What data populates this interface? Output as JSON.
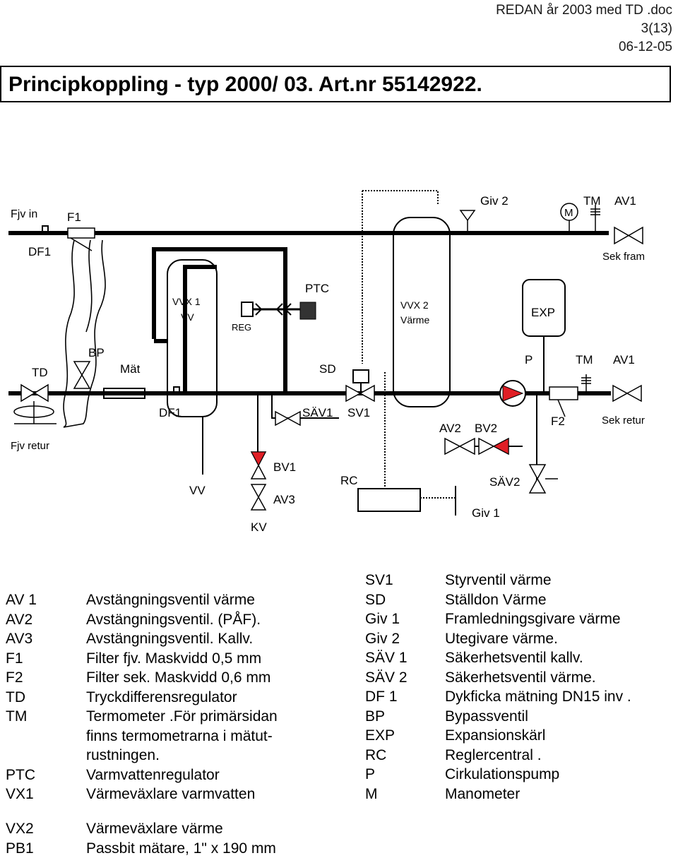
{
  "header": {
    "doc_name": "REDAN år 2003 med TD .doc",
    "page": "3(13)",
    "date": "06-12-05"
  },
  "title": "Principkoppling - typ 2000/ 03. Art.nr 55142922.",
  "diagram": {
    "labels": {
      "fjv_in": "Fjv in",
      "f1": "F1",
      "df1_top": "DF1",
      "giv2": "Giv 2",
      "m": "M",
      "tm_top": "TM",
      "av1_top": "AV1",
      "sek_fram": "Sek fram",
      "vvx1": "VVX 1",
      "vv_inner": "VV",
      "reg": "REG",
      "ptc": "PTC",
      "vvx2": "VVX 2",
      "varme": "Värme",
      "exp": "EXP",
      "td": "TD",
      "bp": "BP",
      "mat": "Mät",
      "sd": "SD",
      "p": "P",
      "tm_bottom": "TM",
      "av1_bottom": "AV1",
      "df1_bottom": "DF1",
      "sav1": "SÄV1",
      "sv1": "SV1",
      "av2": "AV2",
      "bv2": "BV2",
      "f2": "F2",
      "sek_retur": "Sek retur",
      "fjv_retur": "Fjv retur",
      "bv1": "BV1",
      "vv": "VV",
      "av3": "AV3",
      "kv": "KV",
      "rc": "RC",
      "sav2": "SÄV2",
      "giv1": "Giv 1"
    },
    "colors": {
      "line": "#000000",
      "valve_red": "#e01e25",
      "ptc_fill": "#333333"
    }
  },
  "legend": {
    "left": [
      {
        "code": "AV 1",
        "desc": "Avstängningsventil värme"
      },
      {
        "code": "AV2",
        "desc": "Avstängningsventil. (PÅF)."
      },
      {
        "code": "AV3",
        "desc": "Avstängningsventil. Kallv."
      },
      {
        "code": "F1",
        "desc": "Filter fjv. Maskvidd 0,5 mm"
      },
      {
        "code": "F2",
        "desc": "Filter sek. Maskvidd 0,6 mm"
      },
      {
        "code": "TD",
        "desc": "Tryckdifferensregulator"
      },
      {
        "code": "TM",
        "desc": "Termometer .För primärsidan"
      },
      {
        "code": "",
        "desc": "finns termometrarna i mätut-"
      },
      {
        "code": "",
        "desc": "rustningen."
      },
      {
        "code": "PTC",
        "desc": "Varmvattenregulator"
      },
      {
        "code": "VX1",
        "desc": "Värmeväxlare varmvatten"
      }
    ],
    "bottom": [
      {
        "code": "VX2",
        "desc": "Värmeväxlare värme"
      },
      {
        "code": "PB1",
        "desc": "Passbit mätare, 1\" x 190 mm"
      }
    ],
    "right": [
      {
        "code": "SV1",
        "desc": "Styrventil värme"
      },
      {
        "code": "SD",
        "desc": "Ställdon Värme"
      },
      {
        "code": "Giv 1",
        "desc": "Framledningsgivare värme"
      },
      {
        "code": "Giv 2",
        "desc": "Utegivare värme."
      },
      {
        "code": "SÄV 1",
        "desc": "Säkerhetsventil kallv."
      },
      {
        "code": "SÄV 2",
        "desc": "Säkerhetsventil värme."
      },
      {
        "code": "DF 1",
        "desc": "Dykficka  mätning DN15 inv ."
      },
      {
        "code": "BP",
        "desc": "Bypassventil"
      },
      {
        "code": "EXP",
        "desc": "Expansionskärl"
      },
      {
        "code": "RC",
        "desc": "Reglercentral ."
      },
      {
        "code": "P",
        "desc": "Cirkulationspump"
      },
      {
        "code": "M",
        "desc": "Manometer"
      }
    ]
  }
}
